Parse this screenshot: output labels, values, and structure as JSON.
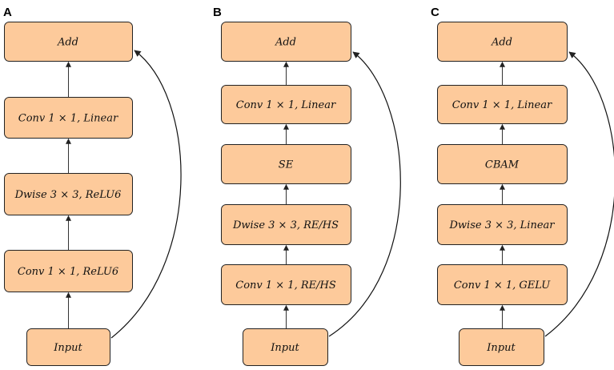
{
  "colors": {
    "node_fill": "#FDCA9B",
    "node_stroke": "#222222",
    "edge": "#333333"
  },
  "panels": [
    {
      "letter": "A",
      "nodes": [
        "Add",
        "Conv 1 × 1, Linear",
        "Dwise 3 × 3, ReLU6",
        "Conv 1 × 1, ReLU6",
        "Input"
      ]
    },
    {
      "letter": "B",
      "nodes": [
        "Add",
        "Conv 1 × 1, Linear",
        "SE",
        "Dwise 3 × 3, RE/HS",
        "Conv 1 × 1, RE/HS",
        "Input"
      ]
    },
    {
      "letter": "C",
      "nodes": [
        "Add",
        "Conv 1 × 1, Linear",
        "CBAM",
        "Dwise 3 × 3, Linear",
        "Conv 1 × 1, GELU",
        "Input"
      ]
    }
  ]
}
